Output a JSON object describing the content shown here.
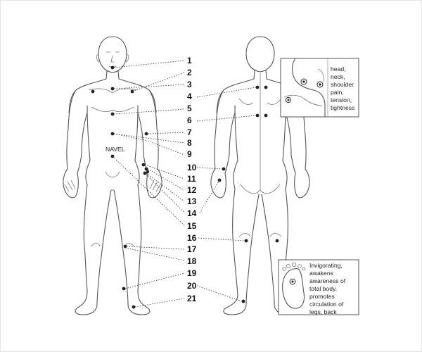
{
  "points": [
    {
      "label": "1"
    },
    {
      "label": "2"
    },
    {
      "label": "3"
    },
    {
      "label": "4"
    },
    {
      "label": "5"
    },
    {
      "label": "6"
    },
    {
      "label": "7"
    },
    {
      "label": "8"
    },
    {
      "label": "9"
    },
    {
      "label": "10"
    },
    {
      "label": "11"
    },
    {
      "label": "12"
    },
    {
      "label": "13"
    },
    {
      "label": "14"
    },
    {
      "label": "15"
    },
    {
      "label": "16"
    },
    {
      "label": "17"
    },
    {
      "label": "18"
    },
    {
      "label": "19"
    },
    {
      "label": "20"
    },
    {
      "label": "21"
    }
  ],
  "callouts": {
    "head": {
      "lines": [
        "head,",
        "neck,",
        "shoulder",
        "pain,",
        "tension,",
        "tightness"
      ]
    },
    "foot": {
      "lines": [
        "Invigorating,",
        "awakens",
        "awareness of",
        "total body,",
        "promotes",
        "circulation of",
        "legs, back"
      ]
    }
  },
  "navel_label": "NAVEL"
}
